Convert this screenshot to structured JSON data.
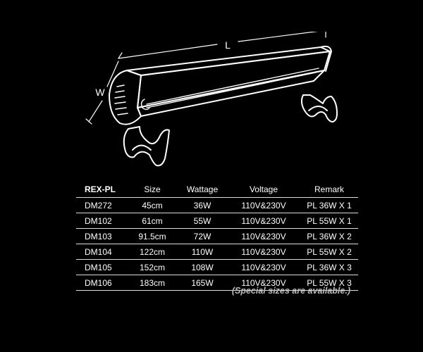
{
  "illustration": {
    "length_label": "L",
    "width_label": "W"
  },
  "table": {
    "headers": [
      "REX-PL",
      "Size",
      "Wattage",
      "Voltage",
      "Remark"
    ],
    "rows": [
      [
        "DM272",
        "45cm",
        "36W",
        "110V&230V",
        "PL 36W X 1"
      ],
      [
        "DM102",
        "61cm",
        "55W",
        "110V&230V",
        "PL 55W X 1"
      ],
      [
        "DM103",
        "91.5cm",
        "72W",
        "110V&230V",
        "PL 36W X 2"
      ],
      [
        "DM104",
        "122cm",
        "110W",
        "110V&230V",
        "PL 55W X 2"
      ],
      [
        "DM105",
        "152cm",
        "108W",
        "110V&230V",
        "PL 36W X 3"
      ],
      [
        "DM106",
        "183cm",
        "165W",
        "110V&230V",
        "PL 55W X 3"
      ]
    ]
  },
  "note": "(Special sizes are available.)"
}
